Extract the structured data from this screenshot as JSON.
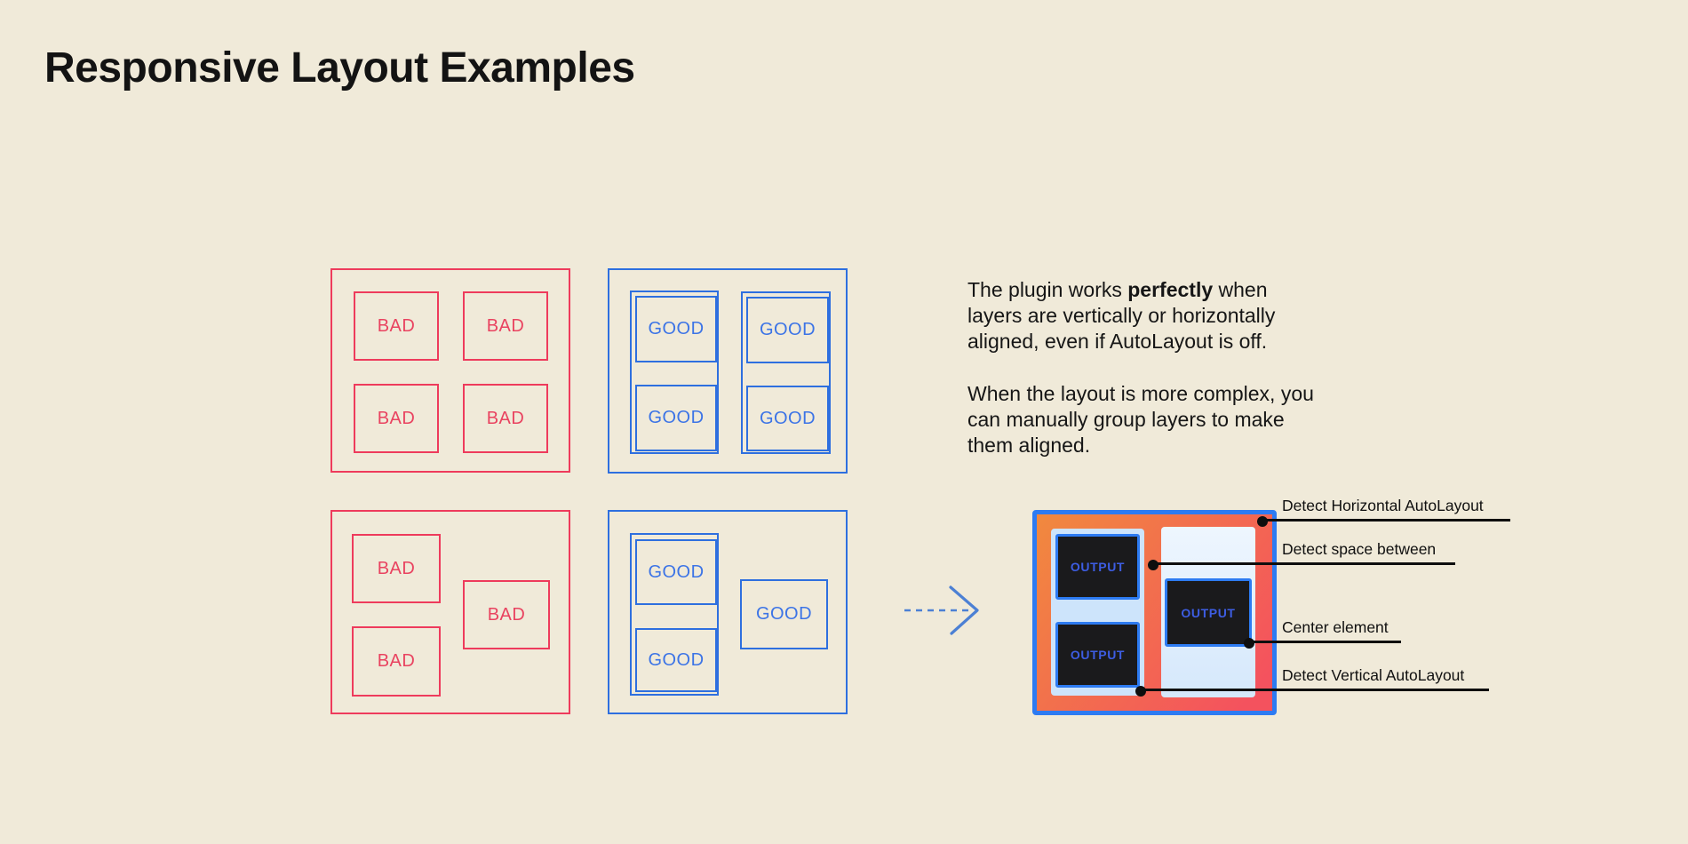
{
  "title": "Responsive Layout Examples",
  "labels": {
    "bad": "BAD",
    "good": "GOOD",
    "output": "OUTPUT"
  },
  "description": {
    "p1": {
      "l1_pre": "The plugin works ",
      "l1_bold": "perfectly",
      "l1_post": " when",
      "l2": "layers are vertically or horizontally",
      "l3": "aligned, even if AutoLayout is off."
    },
    "p2": {
      "l1": "When the layout is more complex, you",
      "l2": "can manually group layers to make",
      "l3": "them aligned."
    }
  },
  "annotations": [
    {
      "label": "Detect Horizontal AutoLayout"
    },
    {
      "label": "Detect space between"
    },
    {
      "label": "Center element"
    },
    {
      "label": "Detect Vertical AutoLayout"
    }
  ],
  "icons": {
    "arrow": "dashed-right-arrow-icon"
  },
  "colors": {
    "background": "#f0ead9",
    "bad_red": "#ee3b5c",
    "good_blue": "#2e6fdf",
    "arrow_blue": "#4c80d4",
    "output_frame_blue": "#2d7bf2",
    "output_gradient_start": "#f1893e",
    "output_gradient_end": "#f4525e",
    "pale_blue": "#cde4fb",
    "dark_box": "#1a1a1c",
    "output_text_blue": "#3d5de2",
    "annotation_black": "#0e0e0e",
    "title_black": "#131313"
  }
}
